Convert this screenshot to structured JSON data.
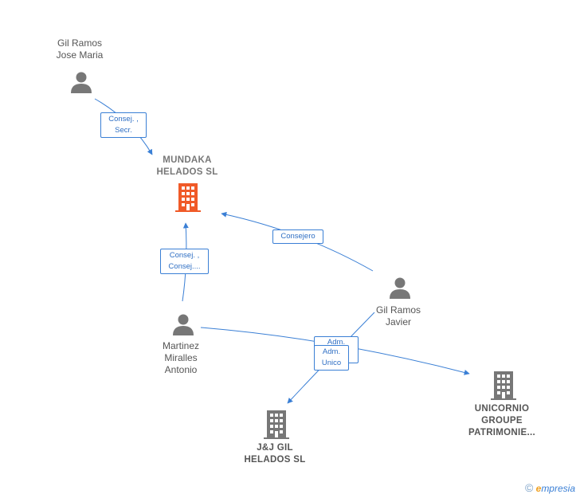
{
  "nodes": {
    "gil_ramos_jose_maria": {
      "label": "Gil Ramos\nJose Maria",
      "type": "person-icon"
    },
    "mundaka": {
      "label": "MUNDAKA\nHELADOS  SL",
      "type": "building-icon",
      "color": "#f05a28"
    },
    "gil_ramos_javier": {
      "label": "Gil Ramos\nJavier",
      "type": "person-icon"
    },
    "martinez_miralles": {
      "label": "Martinez\nMiralles\nAntonio",
      "type": "person-icon"
    },
    "unicornio": {
      "label": "UNICORNIO\nGROUPE\nPATRIMONIE...",
      "type": "building-icon",
      "color": "#777777"
    },
    "jj_gil": {
      "label": "J&J GIL\nHELADOS  SL",
      "type": "building-icon",
      "color": "#777777"
    }
  },
  "edges": {
    "e1": "Consej. ,\nSecr.",
    "e2": "Consejero",
    "e3": "Consej. ,\nConsej....",
    "e4_back": "Adm.",
    "e4_front": "Adm.\nUnico"
  },
  "colors": {
    "edge": "#3a7fd5",
    "person": "#777777"
  },
  "footer": {
    "copyright": "©",
    "brand_initial": "e",
    "brand_rest": "mpresia"
  }
}
